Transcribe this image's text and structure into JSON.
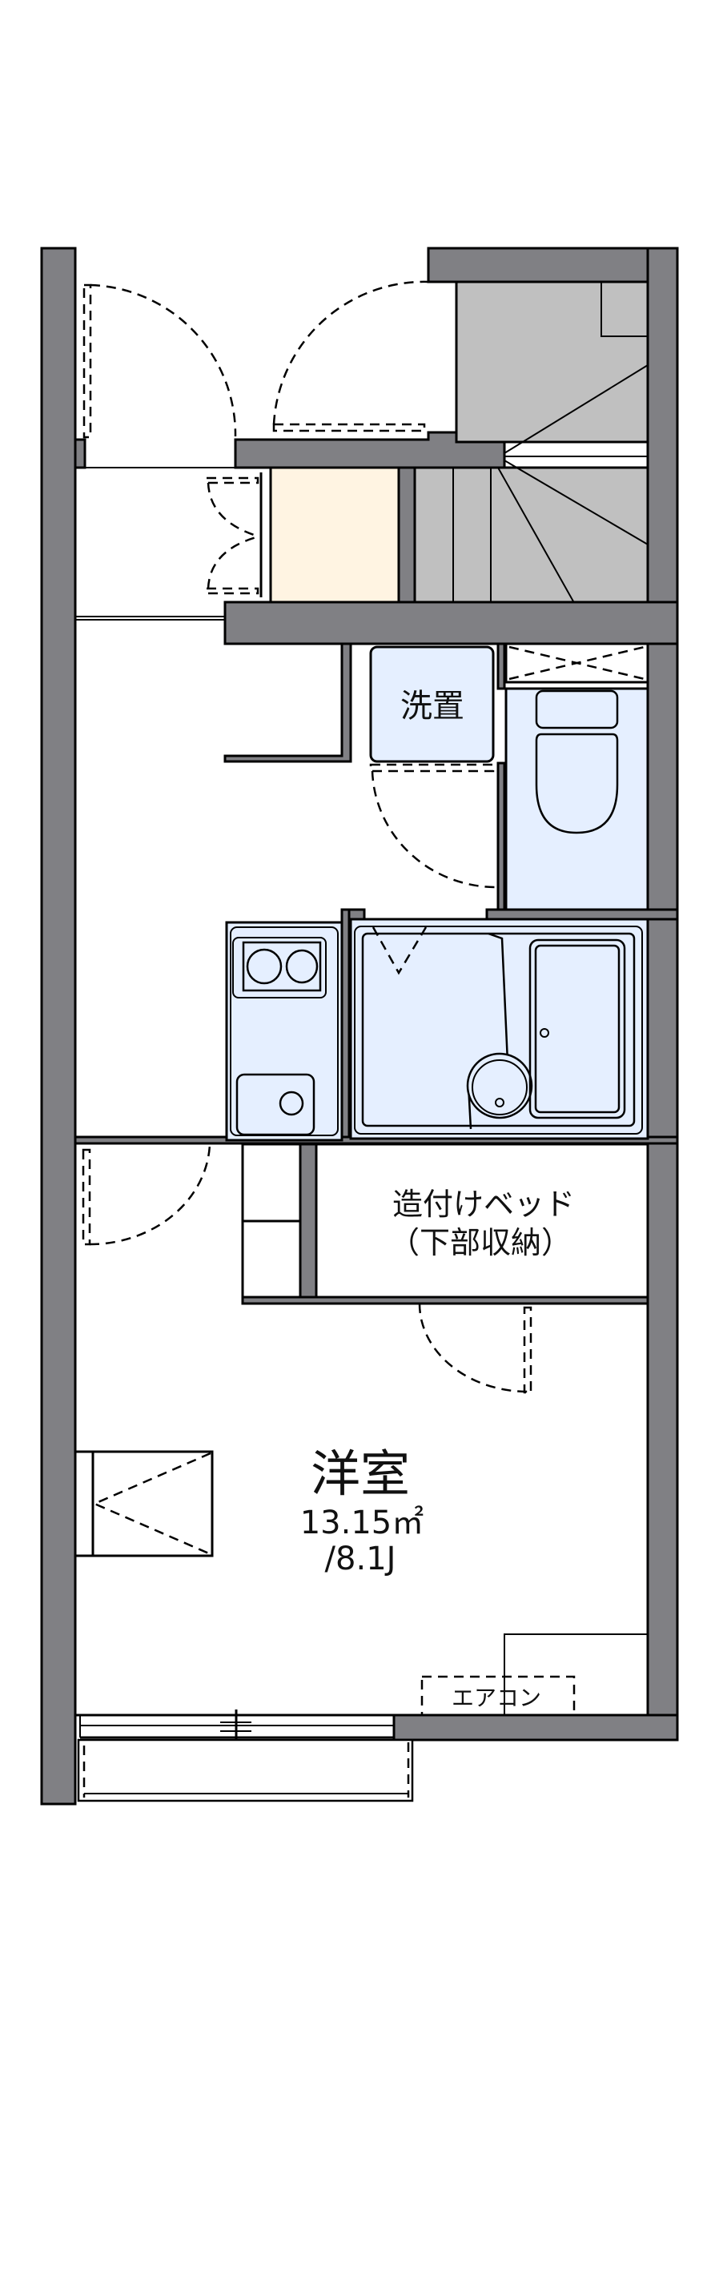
{
  "rooms": {
    "laundry": {
      "label": "洗置"
    },
    "bed": {
      "line1": "造付けベッド",
      "line2": "（下部収納）"
    },
    "western_room": {
      "label": "洋室",
      "area": "13.15㎡",
      "size": "/8.1J"
    },
    "aircon": {
      "label": "エアコン"
    }
  },
  "colors": {
    "wall": "#808084",
    "fixture": "#e5efff",
    "storage": "#fff4e2",
    "stairs": "#c0c0c0"
  }
}
